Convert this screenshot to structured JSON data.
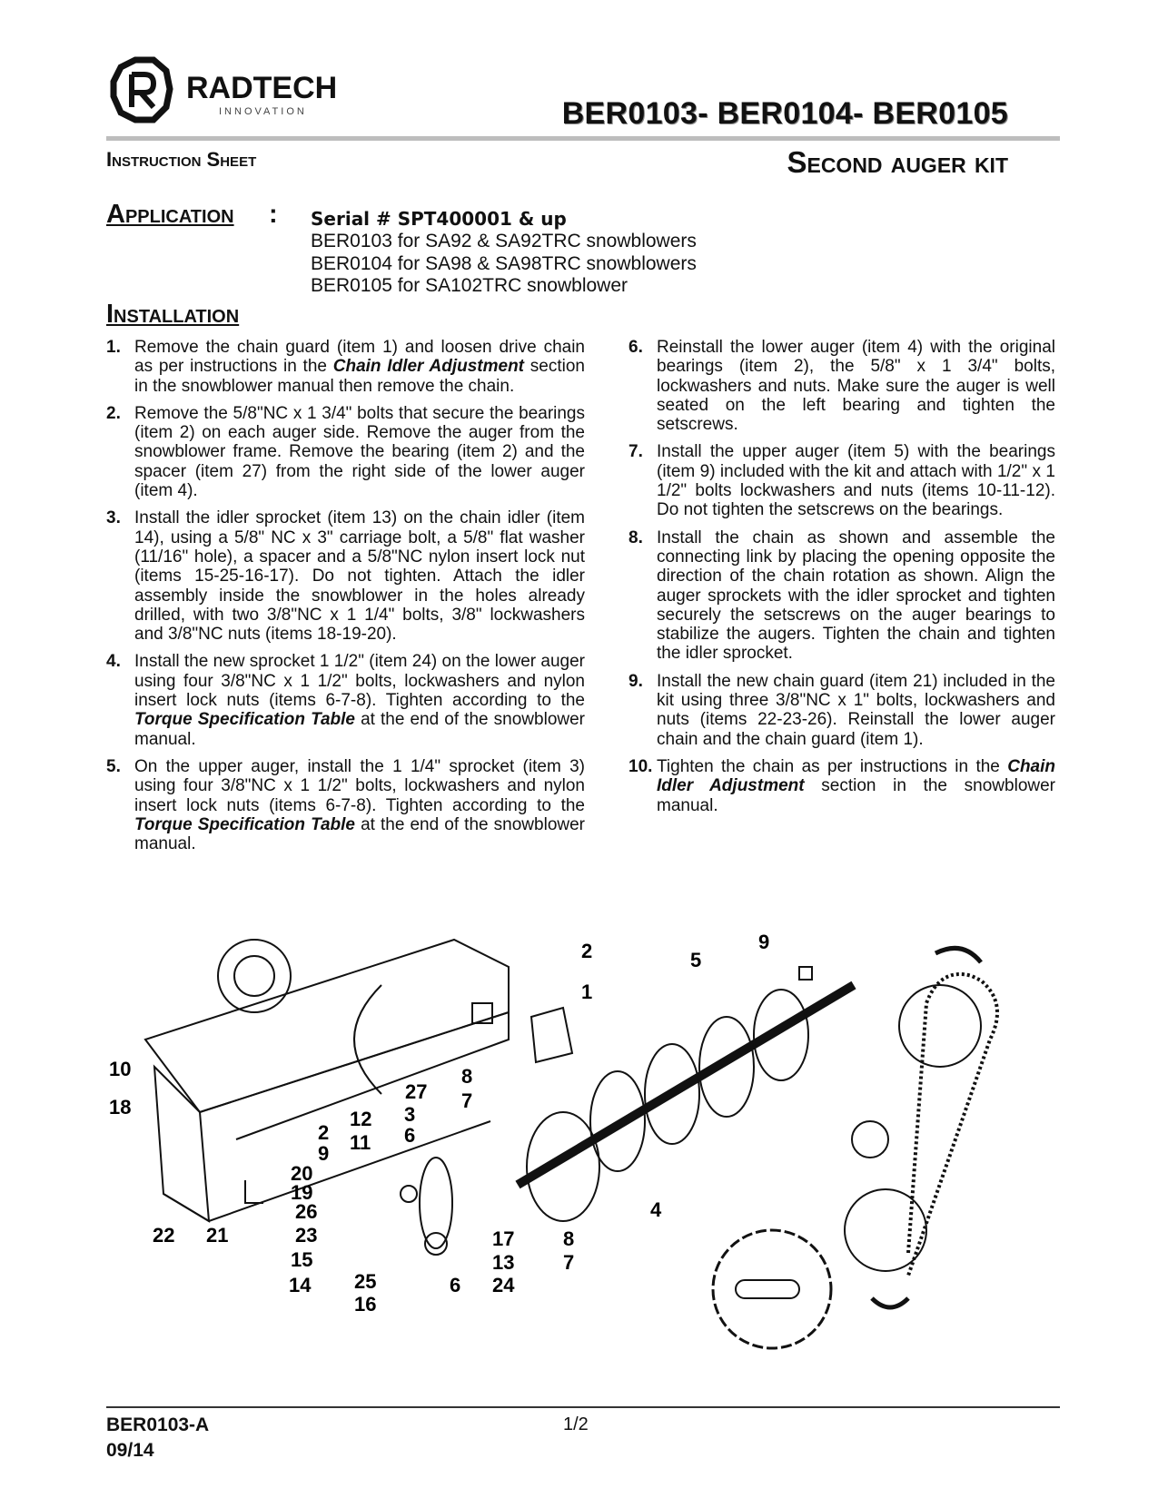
{
  "header": {
    "brand": "RADTECH",
    "brand_sub": "INNOVATION",
    "doc_codes": "BER0103- BER0104- BER0105",
    "sheet_label": "Instruction Sheet",
    "kit_title": "Second auger kit"
  },
  "application": {
    "heading": "Application",
    "colon": ":",
    "serial": "Serial # SPT400001 & up",
    "lines": [
      "BER0103 for SA92 & SA92TRC snowblowers",
      "BER0104 for SA98 & SA98TRC snowblowers",
      "BER0105 for SA102TRC snowblower"
    ]
  },
  "installation": {
    "heading": "Installation",
    "steps": [
      {
        "num": "1.",
        "pre": "Remove the chain guard (item 1) and loosen drive chain as per instructions in the ",
        "em": "Chain Idler Adjustment",
        "post": " section in the snowblower manual then remove the chain."
      },
      {
        "num": "2.",
        "pre": "Remove the 5/8\"NC x 1 3/4\" bolts that secure the bearings (item 2) on each auger side. Remove the auger from the snowblower frame. Remove the bearing (item 2) and the spacer (item 27) from the right side of the lower auger (item 4).",
        "em": "",
        "post": ""
      },
      {
        "num": "3.",
        "pre": "Install the idler sprocket (item 13) on the chain idler (item 14), using a 5/8\" NC x 3\" carriage bolt, a 5/8\" flat washer (11/16\" hole), a spacer and a 5/8\"NC nylon insert lock nut (items 15-25-16-17). Do not tighten. Attach the idler assembly inside the snowblower in the holes already drilled, with two 3/8\"NC x 1 1/4\" bolts, 3/8\" lockwashers and 3/8\"NC nuts (items 18-19-20).",
        "em": "",
        "post": ""
      },
      {
        "num": "4.",
        "pre": "Install the new sprocket 1 1/2\" (item 24) on the lower auger using four 3/8\"NC x 1 1/2\" bolts, lockwashers and nylon insert lock nuts (items 6-7-8). Tighten according to the ",
        "em": "Torque Specification Table",
        "post": " at the end of the snowblower manual."
      },
      {
        "num": "5.",
        "pre": "On the upper auger, install the 1 1/4\" sprocket (item 3) using four 3/8\"NC x 1 1/2\" bolts, lockwashers and nylon insert lock nuts (items 6-7-8). Tighten according to the ",
        "em": "Torque Specification Table",
        "post": " at the end of the snowblower manual."
      },
      {
        "num": "6.",
        "pre": "Reinstall the lower auger (item 4) with the original bearings (item 2), the 5/8\" x 1 3/4\" bolts, lockwashers and nuts. Make sure the auger is well seated on the left bearing and tighten the setscrews.",
        "em": "",
        "post": ""
      },
      {
        "num": "7.",
        "pre": "Install the upper auger (item 5) with the bearings (item 9) included with the kit and attach with 1/2\" x 1 1/2\" bolts lockwashers and nuts (items 10-11-12). Do not tighten the setscrews on the bearings.",
        "em": "",
        "post": ""
      },
      {
        "num": "8.",
        "pre": "Install the chain as shown and assemble the connecting link by placing the opening opposite the direction of the chain rotation as shown. Align the auger sprockets with the idler sprocket and tighten securely the setscrews on the auger bearings to stabilize the augers. Tighten the chain and tighten the idler sprocket.",
        "em": "",
        "post": ""
      },
      {
        "num": "9.",
        "pre": "Install the new chain guard (item 21) included in the kit using three 3/8\"NC x 1\" bolts, lockwashers and nuts (items 22-23-26). Reinstall the lower auger chain and the chain guard (item 1).",
        "em": "",
        "post": ""
      },
      {
        "num": "10.",
        "pre": "Tighten the chain as per instructions in the ",
        "em": "Chain Idler Adjustment",
        "post": " section in the snowblower manual."
      }
    ]
  },
  "figure": {
    "callouts": [
      "2",
      "1",
      "5",
      "9",
      "10",
      "18",
      "8",
      "7",
      "27",
      "12",
      "3",
      "6",
      "2",
      "11",
      "9",
      "20",
      "19",
      "26",
      "22",
      "21",
      "23",
      "17",
      "8",
      "15",
      "13",
      "7",
      "14",
      "25",
      "6",
      "24",
      "16",
      "4"
    ]
  },
  "footer": {
    "doc_code": "BER0103-A",
    "date": "09/14",
    "page": "1/2"
  }
}
